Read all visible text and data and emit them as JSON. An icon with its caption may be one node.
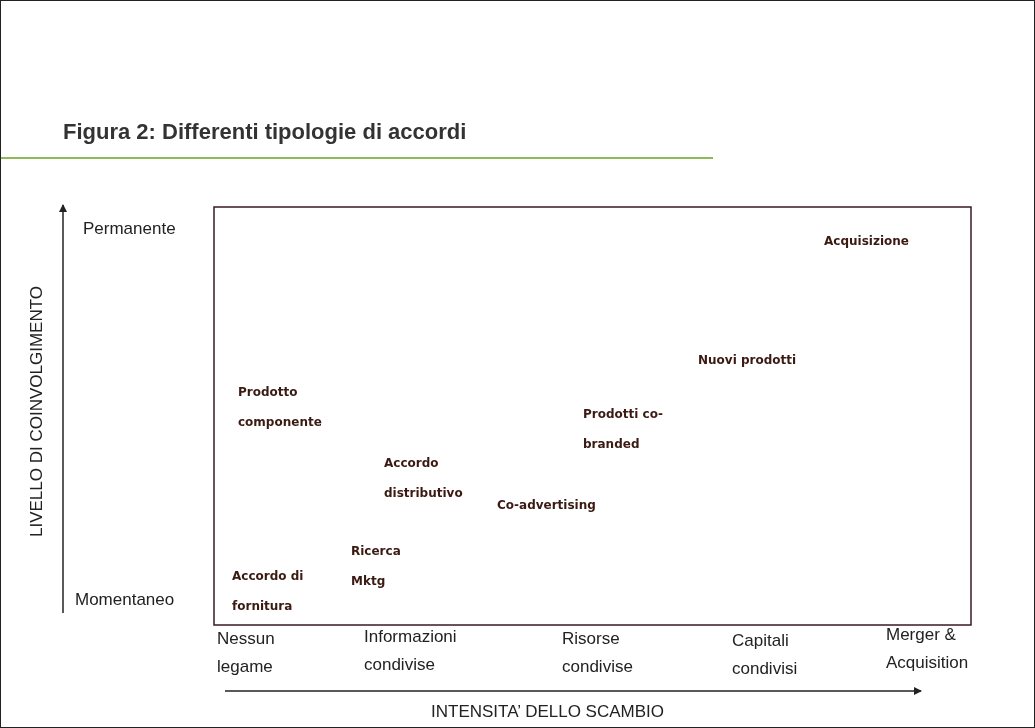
{
  "diagram": {
    "title": "Figura 2: Differenti tipologie di accordi",
    "labels": [
      "LIVELLO DI COINVOLGIMENTO",
      "Permanente",
      "Momentaneo",
      "Acquisizione",
      "Nuovi prodotti",
      "Prodotto componente",
      "Prodotti co-branded",
      "Accordo distributivo",
      "Co-advertising",
      "Ricerca Mktg",
      "Accordo di fornitura",
      "Nessun legame",
      "Informazioni condivise",
      "Risorse condivise",
      "Capitali condivisi",
      "Merger & Acquisition",
      "INTENSITA’ DELLO SCAMBIO"
    ]
  }
}
